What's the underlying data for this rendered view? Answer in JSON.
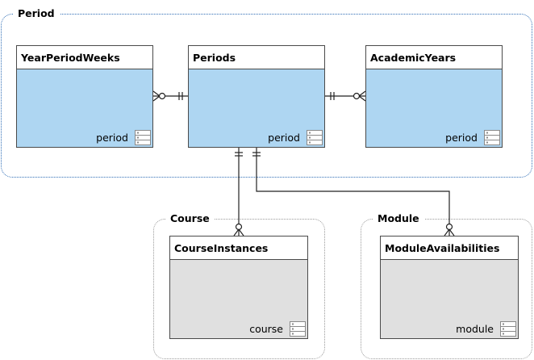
{
  "groups": {
    "period": {
      "label": "Period"
    },
    "course": {
      "label": "Course"
    },
    "module": {
      "label": "Module"
    }
  },
  "entities": {
    "year_period_weeks": {
      "name": "YearPeriodWeeks",
      "schema": "period"
    },
    "periods": {
      "name": "Periods",
      "schema": "period"
    },
    "academic_years": {
      "name": "AcademicYears",
      "schema": "period"
    },
    "course_instances": {
      "name": "CourseInstances",
      "schema": "course"
    },
    "module_availabilities": {
      "name": "ModuleAvailabilities",
      "schema": "module"
    }
  },
  "colors": {
    "period_group_border": "#2f6db5",
    "sub_group_border": "#9a9a9a",
    "period_entity_fill": "#aed6f2",
    "other_entity_fill": "#e0e0e0"
  }
}
